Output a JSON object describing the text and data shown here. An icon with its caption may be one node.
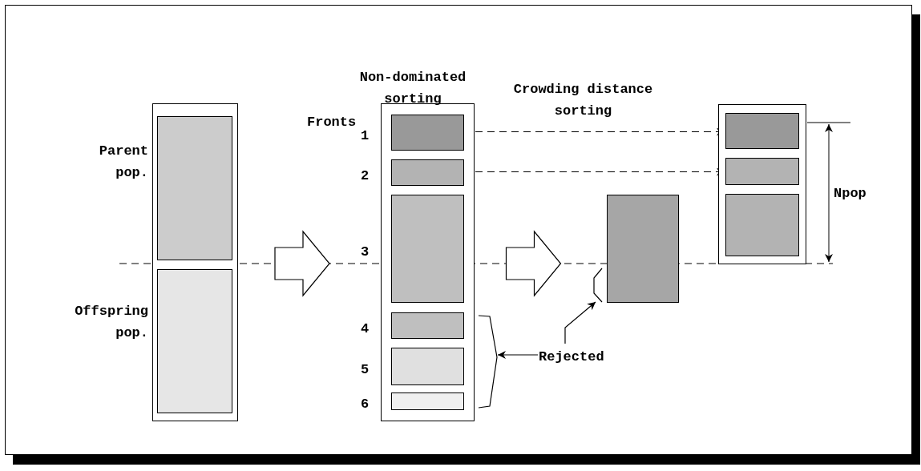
{
  "diagram": {
    "nodes": [
      {
        "text": [],
        "shape": "box"
      },
      {
        "text": [],
        "shape": "box",
        "in": 0,
        "beside": [
          "Parent pop."
        ]
      },
      {
        "text": [],
        "shape": "box",
        "in": 0,
        "beside": [
          "Offspring pop."
        ]
      },
      {
        "text": [],
        "shape": "box"
      },
      {
        "text": [],
        "shape": "box",
        "in": 3,
        "beside": [
          "1"
        ]
      },
      {
        "text": [],
        "shape": "box",
        "in": 3,
        "beside": [
          "2"
        ]
      },
      {
        "text": [],
        "shape": "box",
        "in": 3,
        "beside": [
          "3"
        ]
      },
      {
        "text": [],
        "shape": "box",
        "in": 3,
        "beside": [
          "4"
        ]
      },
      {
        "text": [],
        "shape": "box",
        "in": 3,
        "beside": [
          "5"
        ]
      },
      {
        "text": [],
        "shape": "box",
        "in": 3,
        "beside": [
          "6"
        ]
      },
      {
        "text": [],
        "shape": "box"
      },
      {
        "text": [],
        "shape": "box"
      },
      {
        "text": [],
        "shape": "box",
        "in": 11
      },
      {
        "text": [],
        "shape": "box",
        "in": 11
      },
      {
        "text": [],
        "shape": "box",
        "in": 11
      },
      {
        "text": [
          "Rejected"
        ]
      }
    ],
    "edges": [
      {
        "from": 0,
        "to": 3,
        "arrow": "to",
        "style": "thick"
      },
      {
        "from": 3,
        "to": 10,
        "arrow": "to",
        "style": "thick"
      },
      {
        "from": 4,
        "to": 12,
        "arrow": "to",
        "style": "dashed"
      },
      {
        "from": 5,
        "to": 13,
        "arrow": "to",
        "style": "dashed"
      },
      {
        "from": 15,
        "to": 3,
        "arrow": "to"
      },
      {
        "from": 15,
        "to": 10,
        "arrow": "to"
      }
    ],
    "labels": [
      "Non-dominated sorting",
      "Crowding distance sorting",
      "Fronts",
      "Npop"
    ]
  }
}
